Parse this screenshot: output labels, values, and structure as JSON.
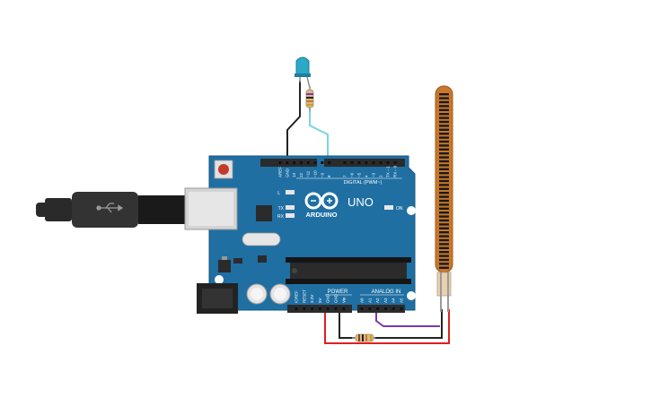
{
  "board": {
    "brand": "ARDUINO",
    "model": "UNO",
    "on_label": "ON",
    "led_labels": [
      "L",
      "TX",
      "RX"
    ],
    "digital_header": "DIGITAL (PWM~)",
    "digital_pins": [
      "AREF",
      "GND",
      "13",
      "12",
      "~11",
      "~10",
      "~9",
      "8",
      "7",
      "~6",
      "~5",
      "4",
      "~3",
      "2",
      "TX→1",
      "RX←0"
    ],
    "power_header": "POWER",
    "power_pins": [
      "IOREF",
      "RESET",
      "3.3V",
      "5V",
      "GND",
      "GND",
      "Vin"
    ],
    "analog_header": "ANALOG IN",
    "analog_pins": [
      "A0",
      "A1",
      "A2",
      "A3",
      "A4",
      "A5"
    ]
  },
  "colors": {
    "board": "#1f6fa3",
    "board_edge": "#14557f",
    "header": "#2b2b2b",
    "wire_red": "#e02020",
    "wire_black": "#222222",
    "wire_purple": "#7a3aa8",
    "wire_cyan": "#79d4e0",
    "flex_sensor": "#c8782a",
    "led": "#2aa8c8"
  },
  "components": {
    "usb_icon": "usb-icon",
    "led": "led",
    "resistor": "resistor",
    "flex_sensor": "flex-sensor"
  }
}
